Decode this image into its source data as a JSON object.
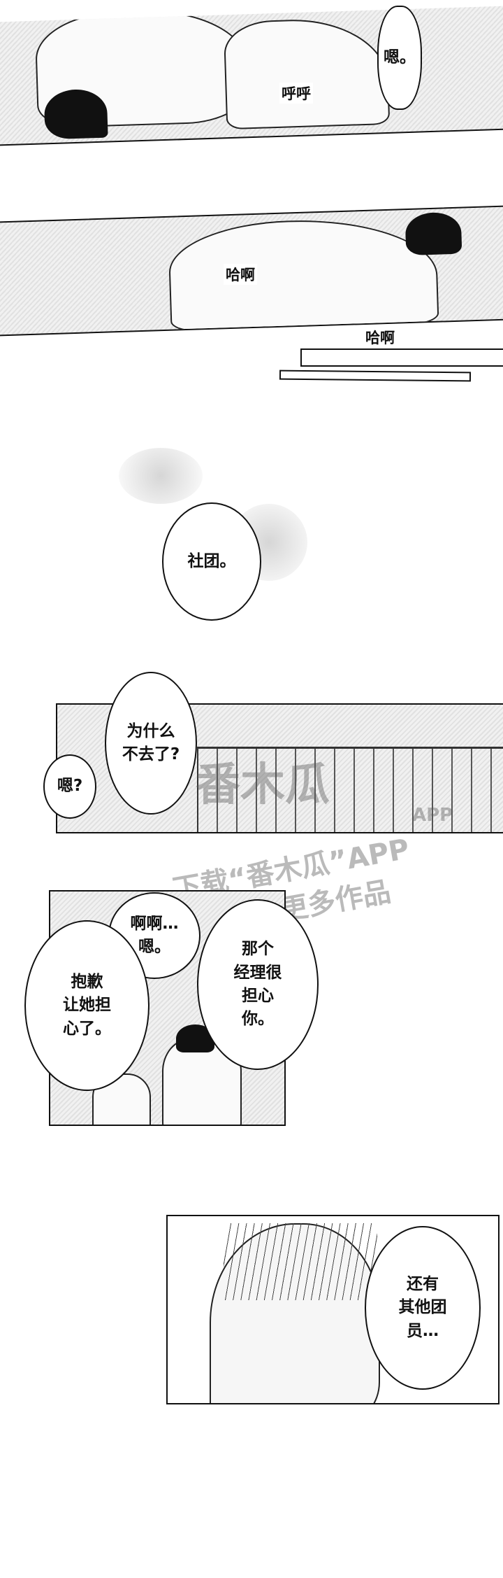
{
  "panel1": {
    "sfx_breath": "呼呼",
    "bubble": "嗯。"
  },
  "panel2": {
    "sfx_pant1": "哈啊",
    "sfx_pant2": "哈啊"
  },
  "scene_bubble": "社团。",
  "panel3": {
    "bubble_why": "为什么\n不去了?",
    "bubble_hm": "嗯?"
  },
  "watermark": {
    "brand": "番木瓜",
    "app": "APP",
    "line1": "下载“番木瓜”APP",
    "line2": "观看更多作品"
  },
  "panel4": {
    "bubble_ahh": "啊啊…\n嗯。",
    "bubble_sorry": "抱歉\n让她担\n心了。",
    "bubble_manager": "那个\n经理很\n担心\n你。"
  },
  "panel5": {
    "bubble_members": "还有\n其他团\n员…"
  }
}
